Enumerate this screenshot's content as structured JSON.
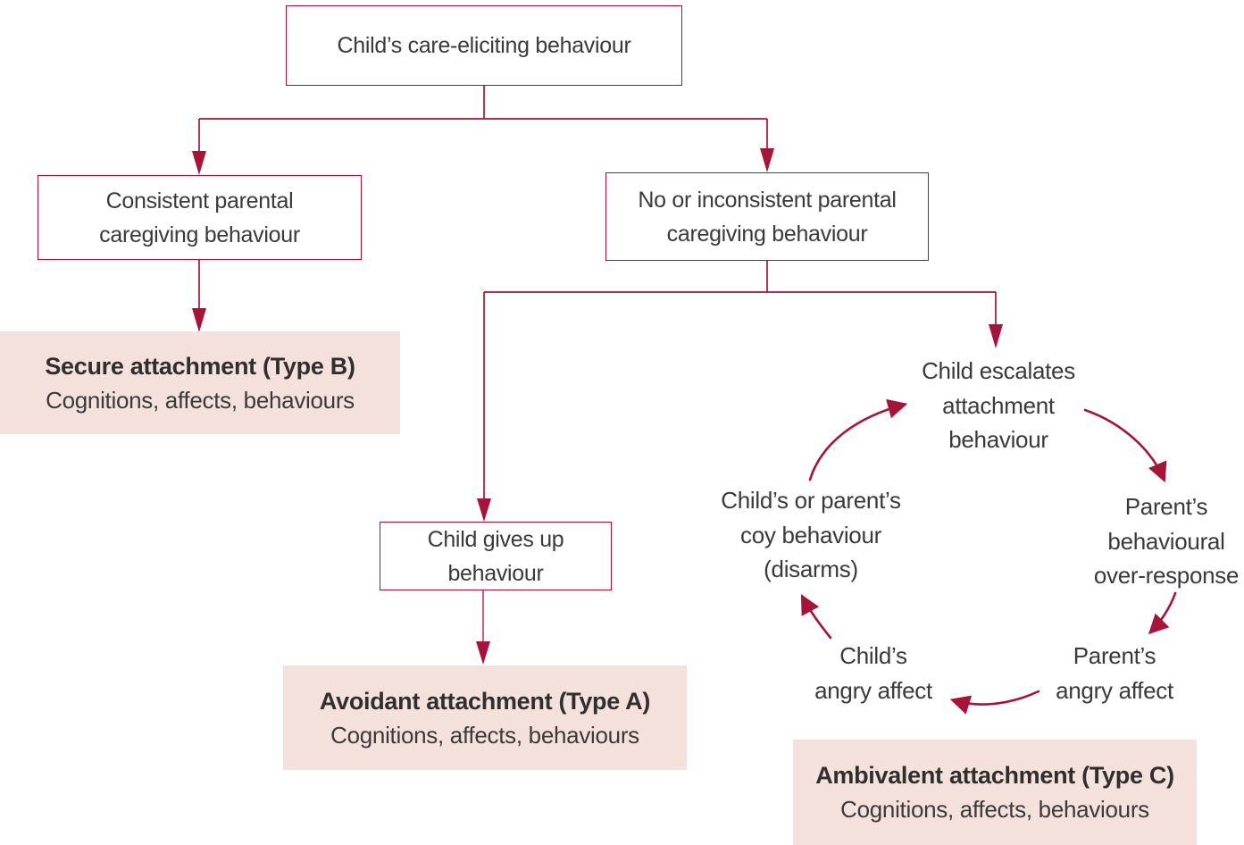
{
  "palette": {
    "accent": "#a81338",
    "outcome_fill": "#f5e1dc",
    "text": "#3a3a3a"
  },
  "boxes": {
    "root": {
      "lines": [
        "Child’s care-eliciting behaviour"
      ]
    },
    "consistent": {
      "lines": [
        "Consistent parental",
        "caregiving behaviour"
      ]
    },
    "inconsistent": {
      "lines": [
        "No or inconsistent parental",
        "caregiving behaviour"
      ]
    },
    "gives_up": {
      "lines": [
        "Child gives up",
        "behaviour"
      ]
    }
  },
  "outcomes": {
    "secure": {
      "title": "Secure attachment (Type B)",
      "subtitle": "Cognitions, affects, behaviours"
    },
    "avoidant": {
      "title": "Avoidant attachment (Type A)",
      "subtitle": "Cognitions, affects, behaviours"
    },
    "ambivalent": {
      "title": "Ambivalent attachment (Type C)",
      "subtitle": "Cognitions, affects, behaviours"
    }
  },
  "cycle": {
    "escalates": {
      "lines": [
        "Child escalates",
        "attachment",
        "behaviour"
      ]
    },
    "parent_over_response": {
      "lines": [
        "Parent’s",
        "behavioural",
        "over-response"
      ]
    },
    "parent_angry": {
      "lines": [
        "Parent’s",
        "angry affect"
      ]
    },
    "child_angry": {
      "lines": [
        "Child’s",
        "angry affect"
      ]
    },
    "coy": {
      "lines": [
        "Child’s or parent’s",
        "coy behaviour",
        "(disarms)"
      ]
    }
  }
}
